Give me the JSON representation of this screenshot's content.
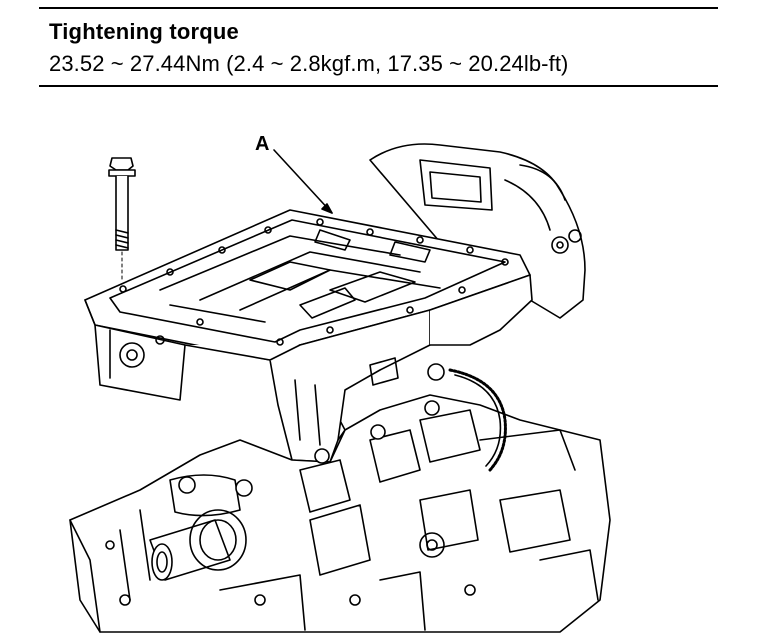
{
  "spec": {
    "title": "Tightening torque",
    "value": "23.52 ~ 27.44Nm (2.4 ~ 2.8kgf.m, 17.35 ~ 20.24lb-ft)"
  },
  "diagram": {
    "callouts": [
      {
        "label": "A"
      }
    ]
  }
}
